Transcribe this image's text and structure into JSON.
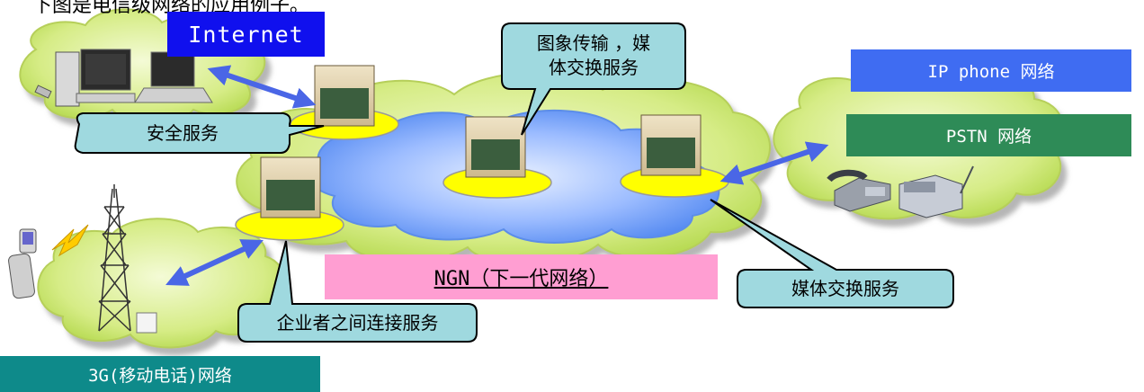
{
  "caption": "下图是电信级网络的应用例子。",
  "labels": {
    "internet": "Internet",
    "ip_phone": "IP phone 网络",
    "pstn": "PSTN 网络",
    "ngn": "NGN（下一代网络）",
    "mobile_3g": "3G(移动电话)网络"
  },
  "callouts": {
    "security": "安全服务",
    "image_media_line1": "图象传输 ，媒",
    "image_media_line2": "体交换服务",
    "media_exchange": "媒体交换服务",
    "enterprise": "企业者之间连接服务"
  },
  "colors": {
    "internet_bg": "#1010ee",
    "ip_phone_bg": "#3f6cf2",
    "pstn_bg": "#2e8b57",
    "ngn_bg": "#ff9ed2",
    "mobile_3g_bg": "#0e8a8a",
    "callout_fill": "#9fd9df",
    "cloud_green": "#cfe86a",
    "cloud_blue": "#7aa9ff",
    "node_base": "#ffff00",
    "arrow": "#4a66e6"
  }
}
